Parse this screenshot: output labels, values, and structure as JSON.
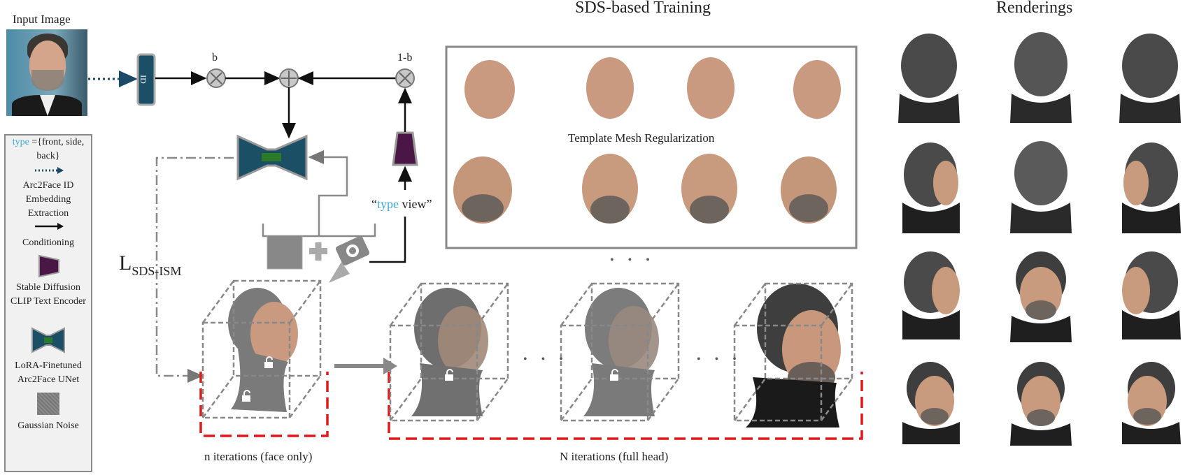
{
  "input_label": "Input Image",
  "sds_title": "SDS-based Training",
  "renderings_title": "Renderings",
  "id_block_label": "ID",
  "weight_b": "b",
  "weight_1b": "1-b",
  "type_view": {
    "open": "“",
    "type": "type",
    "rest": " view”"
  },
  "loss": {
    "main": "L",
    "sub": "SDS-ISM"
  },
  "template_mesh_label": "Template Mesh Regularization",
  "ellipsis": "• • •",
  "face_only_label": "n iterations (face only)",
  "full_head_label": "N iterations (full head)",
  "legend": {
    "type_word": "type",
    "type_rest": " ={front, side, back}",
    "id_extraction": "Arc2Face ID Embedding Extraction",
    "conditioning": "Conditioning",
    "clip_encoder": "Stable Diffusion CLIP Text Encoder",
    "unet": "LoRA-Finetuned Arc2Face UNet",
    "noise": "Gaussian Noise"
  },
  "colors": {
    "unet": "#1b4f66",
    "unet_center": "#2a7a2a",
    "clip": "#4a1646",
    "dotted_arrow": "#1c4a66",
    "red_dash": "#dd1a1a",
    "type_highlight": "#3fa8d6",
    "skin": "#c99a80",
    "hair": "#4a4a4a"
  },
  "icons": [
    "dotted-arrow-icon",
    "solid-arrow-icon",
    "clip-encoder-icon",
    "unet-icon",
    "noise-icon",
    "camera-icon",
    "plus-icon",
    "multiply-icon",
    "add-icon",
    "lock-icon"
  ]
}
